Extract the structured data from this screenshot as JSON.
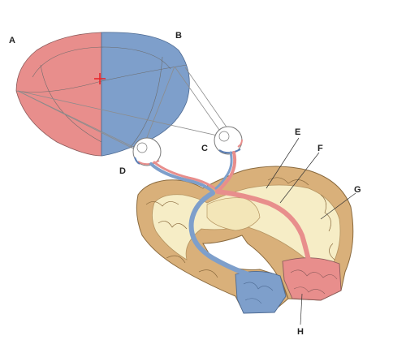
{
  "labels": {
    "a": "A",
    "b": "B",
    "c": "C",
    "d": "D",
    "e": "E",
    "f": "F",
    "g": "G",
    "h": "H"
  },
  "colors": {
    "left_field": "#e88e8c",
    "right_field": "#7e9fcb",
    "fixation_cross": "#e8262a",
    "cortex_tan": "#d9b07a",
    "cortex_outline": "#8a6a3e",
    "white_matter": "#f6edc6",
    "sight_lines": "#8c8c8c"
  }
}
